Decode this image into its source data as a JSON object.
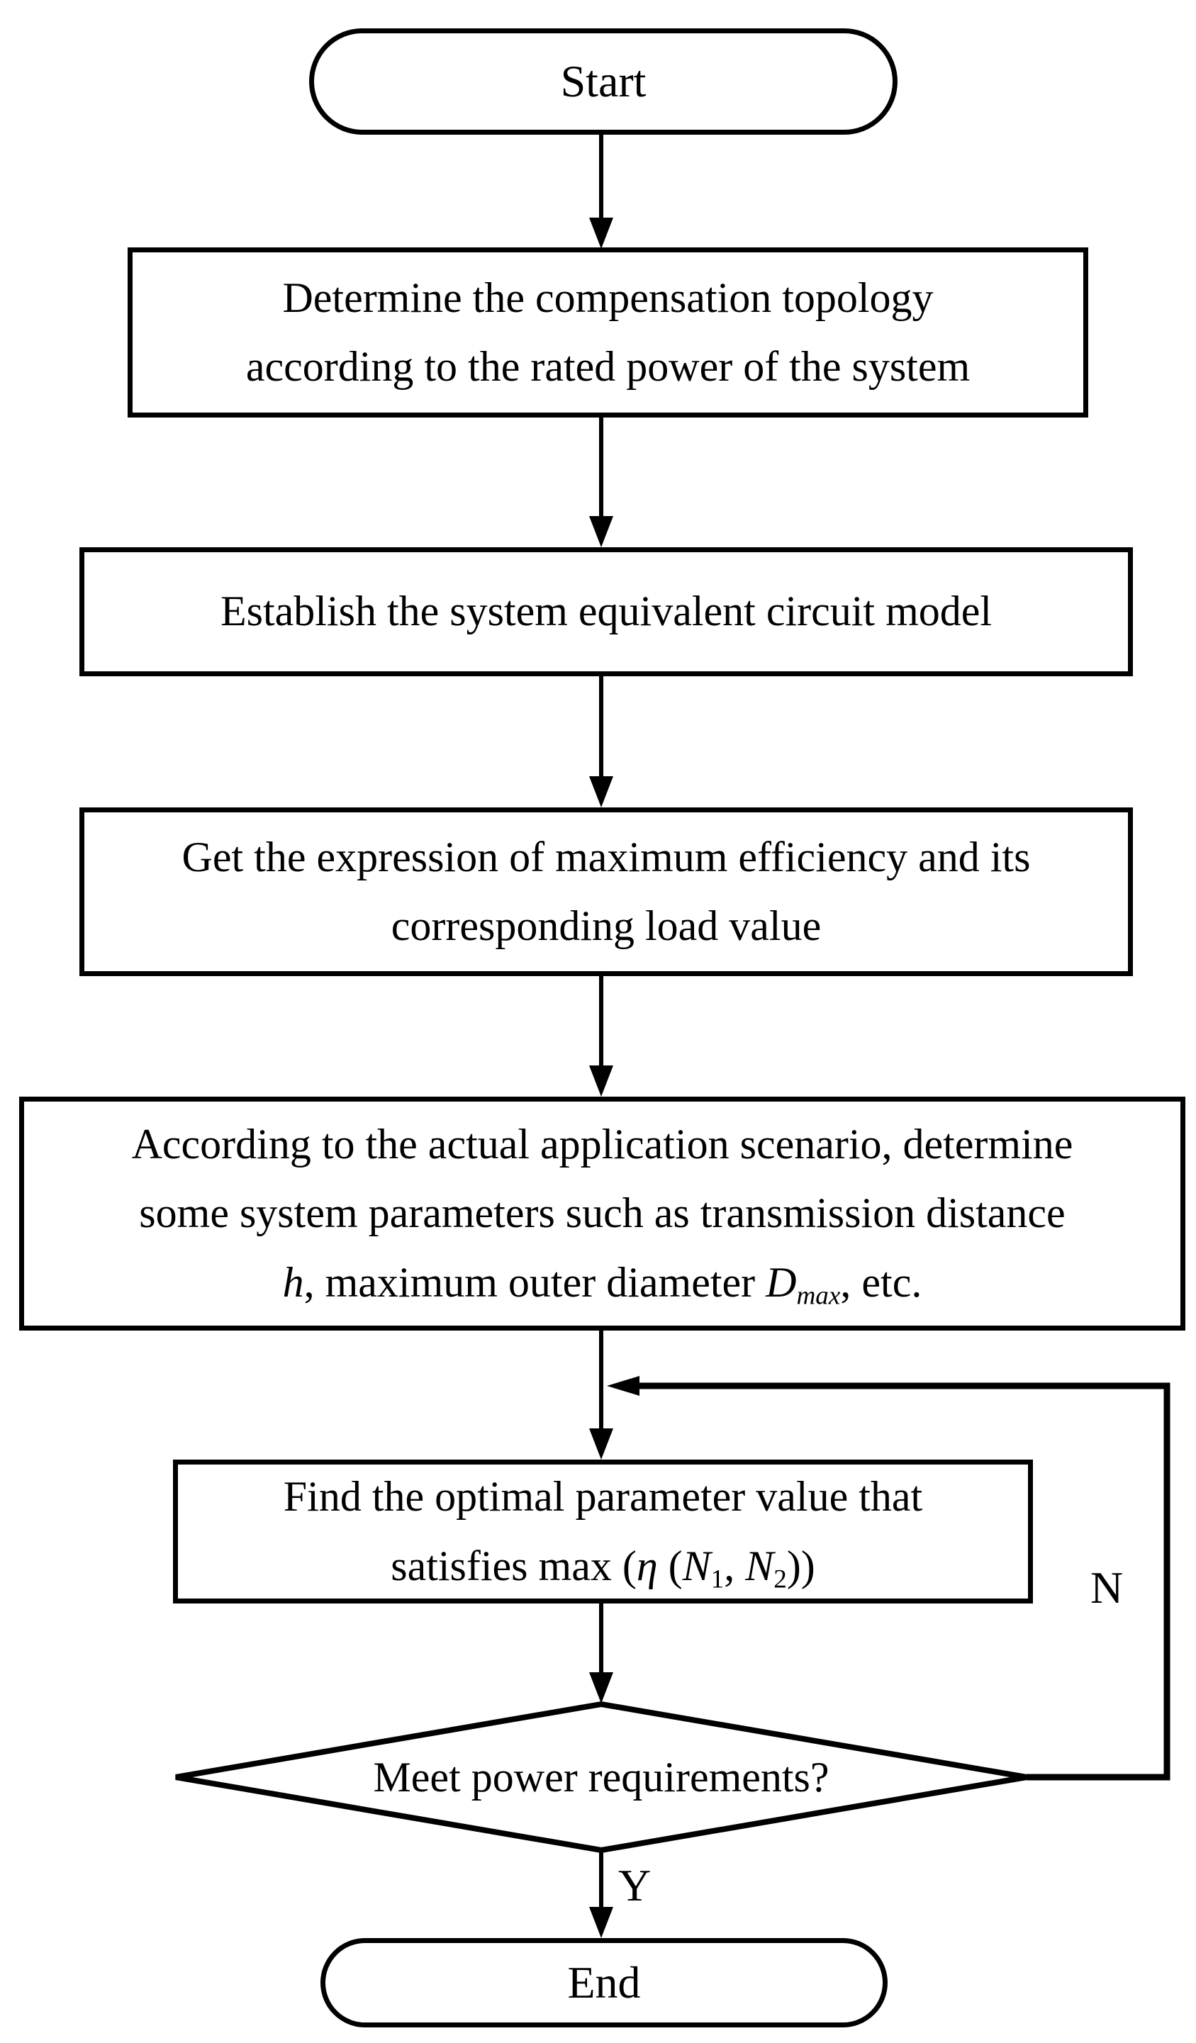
{
  "colors": {
    "stroke": "#000000",
    "background": "#ffffff"
  },
  "nodes": {
    "start": {
      "type": "terminator",
      "label": "Start"
    },
    "step1": {
      "type": "process",
      "lines": [
        "Determine the compensation topology",
        "according to the rated power of the system"
      ]
    },
    "step2": {
      "type": "process",
      "lines": [
        "Establish the system equivalent circuit model"
      ]
    },
    "step3": {
      "type": "process",
      "lines": [
        "Get the expression of maximum efficiency and its",
        "corresponding load value"
      ]
    },
    "step4": {
      "type": "process",
      "lines": [
        "According to the actual application scenario, determine",
        "some system parameters such as transmission distance"
      ],
      "line3": [
        {
          "text": "h",
          "style": "italic"
        },
        {
          "text": ", maximum outer diameter ",
          "style": "normal"
        },
        {
          "text": "D",
          "style": "italic"
        },
        {
          "text": "max",
          "style": "italic-subscript"
        },
        {
          "text": ", etc.",
          "style": "normal"
        }
      ]
    },
    "step5": {
      "type": "process",
      "lines": [
        "Find the optimal parameter value that"
      ],
      "line2": [
        {
          "text": "satisfies max (",
          "style": "normal"
        },
        {
          "text": "η",
          "style": "italic"
        },
        {
          "text": " (",
          "style": "normal"
        },
        {
          "text": "N",
          "style": "italic"
        },
        {
          "text": "1",
          "style": "subscript"
        },
        {
          "text": ", ",
          "style": "normal"
        },
        {
          "text": "N",
          "style": "italic"
        },
        {
          "text": "2",
          "style": "subscript"
        },
        {
          "text": "))",
          "style": "normal"
        }
      ]
    },
    "decision": {
      "type": "decision",
      "label": "Meet power requirements?"
    },
    "end": {
      "type": "terminator",
      "label": "End"
    }
  },
  "edges": {
    "yes_label": "Y",
    "no_label": "N",
    "list": [
      {
        "from": "start",
        "to": "step1",
        "label": ""
      },
      {
        "from": "step1",
        "to": "step2",
        "label": ""
      },
      {
        "from": "step2",
        "to": "step3",
        "label": ""
      },
      {
        "from": "step3",
        "to": "step4",
        "label": ""
      },
      {
        "from": "step4",
        "to": "step5",
        "label": ""
      },
      {
        "from": "step5",
        "to": "decision",
        "label": ""
      },
      {
        "from": "decision",
        "to": "end",
        "label": "Y"
      },
      {
        "from": "decision",
        "to": "step5",
        "label": "N"
      }
    ]
  }
}
